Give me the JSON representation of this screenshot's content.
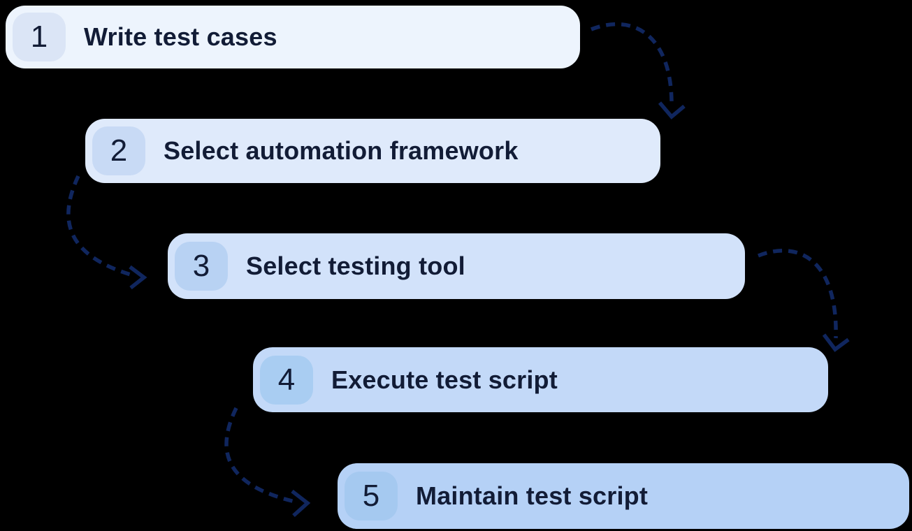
{
  "background_color": "#000000",
  "text_color": "#121c36",
  "arrows": {
    "color": "#10265e",
    "style": "dashed",
    "count": 4
  },
  "steps": [
    {
      "number": "1",
      "label": "Write test cases",
      "bar_color": "#edf4fd",
      "badge_color": "#dbe5f6"
    },
    {
      "number": "2",
      "label": "Select automation framework",
      "bar_color": "#dfeafb",
      "badge_color": "#c8daf5"
    },
    {
      "number": "3",
      "label": "Select testing tool",
      "bar_color": "#d2e2fa",
      "badge_color": "#b8d2f3"
    },
    {
      "number": "4",
      "label": "Execute test script",
      "bar_color": "#c3d9f8",
      "badge_color": "#a9cdf2"
    },
    {
      "number": "5",
      "label": "Maintain test script",
      "bar_color": "#b5d1f6",
      "badge_color": "#a5c9f0"
    }
  ]
}
